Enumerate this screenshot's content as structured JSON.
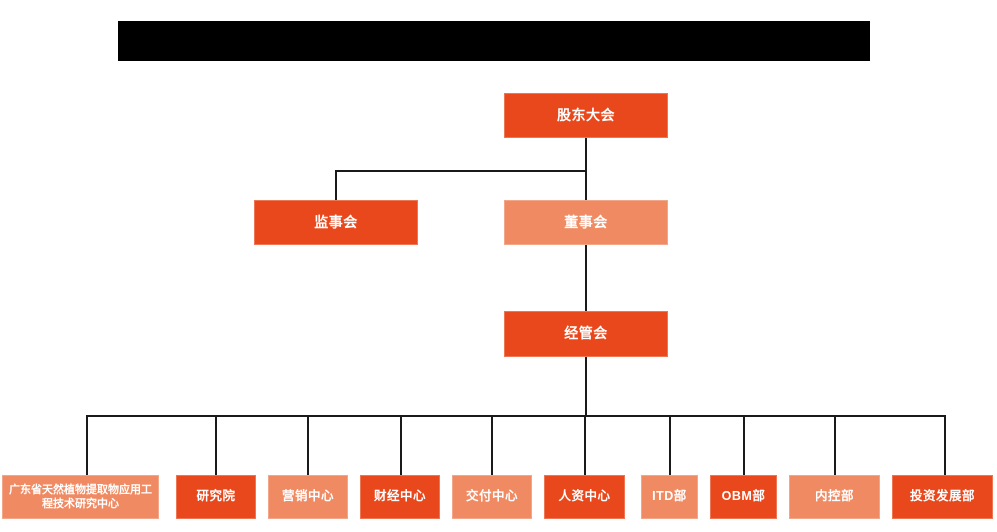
{
  "header": {
    "title_bar": "",
    "redacted": true
  },
  "chart_data": {
    "type": "diagram",
    "title": "",
    "diagram_kind": "organization-chart",
    "colors": {
      "dark_orange": "#E8481C",
      "light_orange": "#EF8A63",
      "connector": "#1a1a1a",
      "background": "#ffffff",
      "redaction": "#000000"
    },
    "levels": [
      {
        "level": 1,
        "nodes": [
          {
            "id": "shareholders",
            "label": "股东大会",
            "color": "dark"
          }
        ]
      },
      {
        "level": 2,
        "nodes": [
          {
            "id": "supervisors",
            "label": "监事会",
            "color": "dark"
          },
          {
            "id": "directors",
            "label": "董事会",
            "color": "light"
          }
        ]
      },
      {
        "level": 3,
        "nodes": [
          {
            "id": "management",
            "label": "经管会",
            "color": "dark"
          }
        ]
      },
      {
        "level": 4,
        "nodes": [
          {
            "id": "research-center",
            "label": "广东省天然植物提取物应用工程技术研究中心",
            "color": "light"
          },
          {
            "id": "institute",
            "label": "研究院",
            "color": "dark"
          },
          {
            "id": "marketing-center",
            "label": "营销中心",
            "color": "light"
          },
          {
            "id": "finance-center",
            "label": "财经中心",
            "color": "dark"
          },
          {
            "id": "delivery-center",
            "label": "交付中心",
            "color": "light"
          },
          {
            "id": "hr-center",
            "label": "人资中心",
            "color": "dark"
          },
          {
            "id": "itd-dept",
            "label": "ITD部",
            "color": "light"
          },
          {
            "id": "obm-dept",
            "label": "OBM部",
            "color": "dark"
          },
          {
            "id": "internal-control-dept",
            "label": "内控部",
            "color": "light"
          },
          {
            "id": "investment-development-dept",
            "label": "投资发展部",
            "color": "dark"
          }
        ]
      }
    ],
    "edges": [
      {
        "from": "shareholders",
        "to": "supervisors"
      },
      {
        "from": "shareholders",
        "to": "directors"
      },
      {
        "from": "directors",
        "to": "management"
      },
      {
        "from": "management",
        "to": "research-center"
      },
      {
        "from": "management",
        "to": "institute"
      },
      {
        "from": "management",
        "to": "marketing-center"
      },
      {
        "from": "management",
        "to": "finance-center"
      },
      {
        "from": "management",
        "to": "delivery-center"
      },
      {
        "from": "management",
        "to": "hr-center"
      },
      {
        "from": "management",
        "to": "itd-dept"
      },
      {
        "from": "management",
        "to": "obm-dept"
      },
      {
        "from": "management",
        "to": "internal-control-dept"
      },
      {
        "from": "management",
        "to": "investment-development-dept"
      }
    ]
  }
}
